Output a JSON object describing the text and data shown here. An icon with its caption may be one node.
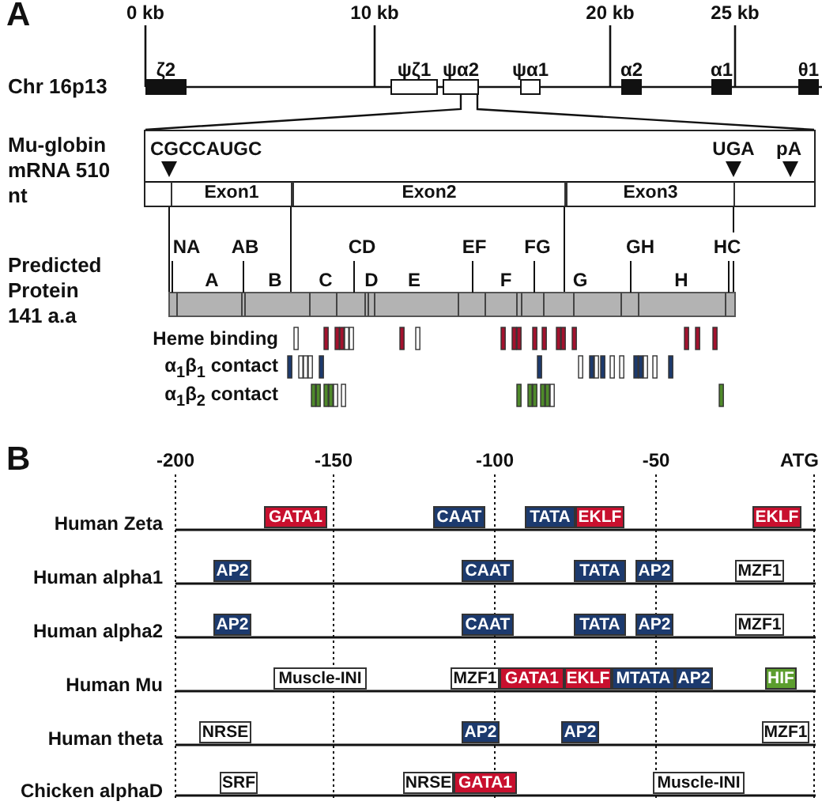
{
  "diagram": {
    "nodes": [
      {
        "text": [
          "ζ2"
        ]
      },
      {
        "text": [
          "ψζ1"
        ]
      },
      {
        "text": [
          "ψα2"
        ]
      },
      {
        "text": [
          "ψα1"
        ]
      },
      {
        "text": [
          "α2"
        ]
      },
      {
        "text": [
          "α1"
        ]
      },
      {
        "text": [
          "θ1"
        ]
      },
      {
        "text": [],
        "shape": "box"
      },
      {
        "text": [
          "Exon1"
        ],
        "in": 7
      },
      {
        "text": [
          "Exon2"
        ],
        "in": 7
      },
      {
        "text": [
          "Exon3"
        ],
        "in": 7
      },
      {
        "text": [
          "GATA1"
        ]
      },
      {
        "text": [
          "CAAT"
        ]
      },
      {
        "text": [
          "TATA"
        ]
      },
      {
        "text": [
          "EKLF"
        ]
      },
      {
        "text": [
          "EKLF"
        ]
      },
      {
        "text": [
          "AP2"
        ]
      },
      {
        "text": [
          "CAAT"
        ]
      },
      {
        "text": [
          "TATA"
        ]
      },
      {
        "text": [
          "AP2"
        ]
      },
      {
        "text": [
          "MZF1"
        ]
      },
      {
        "text": [
          "AP2"
        ]
      },
      {
        "text": [
          "CAAT"
        ]
      },
      {
        "text": [
          "TATA"
        ]
      },
      {
        "text": [
          "AP2"
        ]
      },
      {
        "text": [
          "MZF1"
        ]
      },
      {
        "text": [
          "Muscle-INI"
        ]
      },
      {
        "text": [
          "MZF1"
        ]
      },
      {
        "text": [
          "GATA1"
        ]
      },
      {
        "text": [
          "EKLF"
        ]
      },
      {
        "text": [
          "MTATA"
        ]
      },
      {
        "text": [
          "AP2"
        ]
      },
      {
        "text": [
          "HIF"
        ]
      },
      {
        "text": [
          "NRSE"
        ]
      },
      {
        "text": [
          "AP2"
        ]
      },
      {
        "text": [
          "AP2"
        ]
      },
      {
        "text": [
          "MZF1"
        ]
      },
      {
        "text": [
          "SRF"
        ]
      },
      {
        "text": [
          "NRSE"
        ]
      },
      {
        "text": [
          "GATA1"
        ]
      },
      {
        "text": [
          "Muscle-INI"
        ]
      }
    ],
    "edges": [
      {
        "from": 2,
        "to": 7,
        "arrow": "none"
      },
      {
        "from": 2,
        "to": 7,
        "arrow": "none"
      }
    ],
    "labels": [
      "A",
      "0 kb",
      "10 kb",
      "20 kb",
      "25 kb",
      "Chr 16p13",
      "Mu-globin mRNA 510 nt",
      "CGCCAUGC",
      "UGA",
      "pA",
      "Predicted Protein 141 a.a",
      "NA",
      "AB",
      "CD",
      "EF",
      "FG",
      "GH",
      "HC",
      "A",
      "B",
      "C",
      "D",
      "E",
      "F",
      "G",
      "H",
      "Heme binding",
      "α$_{1}$β$_{1}$ contact",
      "α$_{1}$β$_{2}$ contact",
      "B",
      "-200",
      "-150",
      "-100",
      "-50",
      "ATG",
      "Human Zeta",
      "Human alpha1",
      "Human alpha2",
      "Human Mu",
      "Human theta",
      "Chicken alphaD"
    ]
  }
}
